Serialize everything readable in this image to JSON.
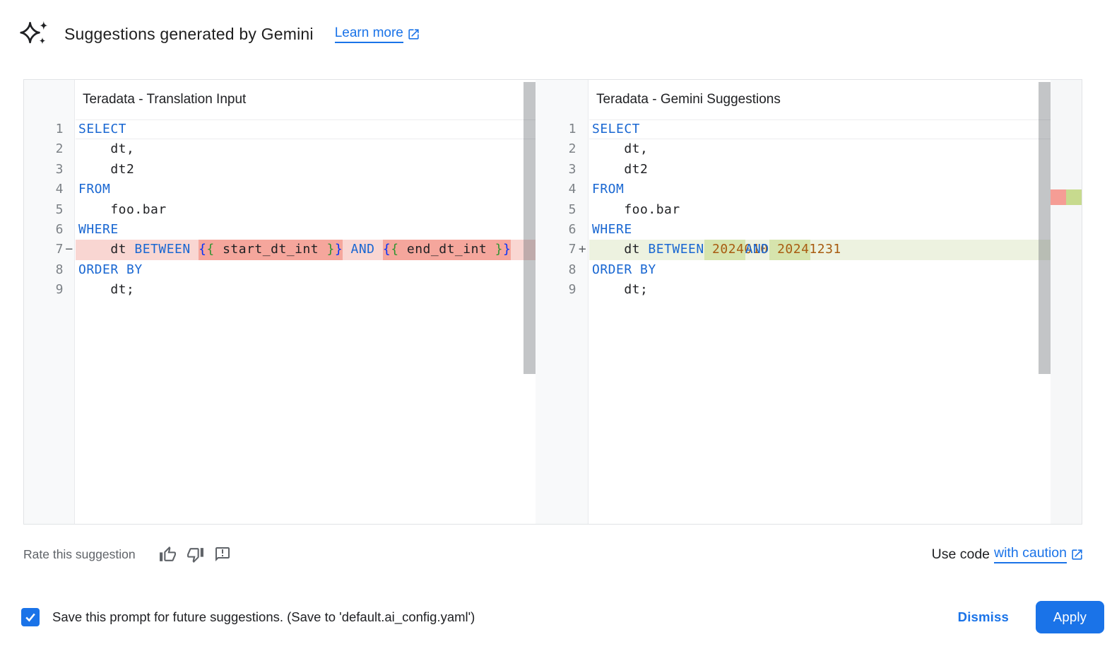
{
  "header": {
    "title": "Suggestions generated by Gemini",
    "learn_more": "Learn more"
  },
  "panes": [
    {
      "title": "Teradata - Translation Input",
      "lines": [
        {
          "n": "1",
          "cursor": true,
          "tokens": [
            {
              "t": "kw",
              "s": "SELECT"
            }
          ]
        },
        {
          "n": "2",
          "tokens": [
            {
              "t": "id",
              "s": "    dt,"
            }
          ]
        },
        {
          "n": "3",
          "tokens": [
            {
              "t": "id",
              "s": "    dt2"
            }
          ]
        },
        {
          "n": "4",
          "tokens": [
            {
              "t": "kw",
              "s": "FROM"
            }
          ]
        },
        {
          "n": "5",
          "tokens": [
            {
              "t": "id",
              "s": "    foo.bar"
            }
          ]
        },
        {
          "n": "6",
          "tokens": [
            {
              "t": "kw",
              "s": "WHERE"
            }
          ]
        },
        {
          "n": "7",
          "sign": "−",
          "diff": "removed",
          "tokens": [
            {
              "t": "id",
              "s": "    dt "
            },
            {
              "t": "kw",
              "s": "BETWEEN"
            },
            {
              "t": "id",
              "s": " "
            },
            {
              "t": "b1",
              "s": "{",
              "hl": true
            },
            {
              "t": "b2",
              "s": "{",
              "hl": true
            },
            {
              "t": "id",
              "s": " start_dt_int ",
              "hl": true
            },
            {
              "t": "b2",
              "s": "}",
              "hl": true
            },
            {
              "t": "b1",
              "s": "}",
              "hl": true
            },
            {
              "t": "id",
              "s": " "
            },
            {
              "t": "kw",
              "s": "AND"
            },
            {
              "t": "id",
              "s": " "
            },
            {
              "t": "b1",
              "s": "{",
              "hl": true
            },
            {
              "t": "b2",
              "s": "{",
              "hl": true
            },
            {
              "t": "id",
              "s": " end_dt_int ",
              "hl": true
            },
            {
              "t": "b2",
              "s": "}",
              "hl": true
            },
            {
              "t": "b1",
              "s": "}",
              "hl": true
            }
          ]
        },
        {
          "n": "8",
          "tokens": [
            {
              "t": "kw",
              "s": "ORDER BY"
            }
          ]
        },
        {
          "n": "9",
          "tokens": [
            {
              "t": "id",
              "s": "    dt;"
            }
          ]
        }
      ]
    },
    {
      "title": "Teradata - Gemini Suggestions",
      "lines": [
        {
          "n": "1",
          "cursor": true,
          "tokens": [
            {
              "t": "kw",
              "s": "SELECT"
            }
          ]
        },
        {
          "n": "2",
          "tokens": [
            {
              "t": "id",
              "s": "    dt,"
            }
          ]
        },
        {
          "n": "3",
          "tokens": [
            {
              "t": "id",
              "s": "    dt2"
            }
          ]
        },
        {
          "n": "4",
          "tokens": [
            {
              "t": "kw",
              "s": "FROM"
            }
          ]
        },
        {
          "n": "5",
          "tokens": [
            {
              "t": "id",
              "s": "    foo.bar"
            }
          ]
        },
        {
          "n": "6",
          "tokens": [
            {
              "t": "kw",
              "s": "WHERE"
            }
          ]
        },
        {
          "n": "7",
          "sign": "+",
          "diff": "added",
          "tokens": [
            {
              "t": "id",
              "s": "    dt "
            },
            {
              "t": "kw",
              "s": "BETWEEN"
            },
            {
              "t": "num",
              "s": " 20240101 ",
              "hl": true
            },
            {
              "t": "kw",
              "s": "AND"
            },
            {
              "t": "num",
              "s": " 20241231 ",
              "hl": true
            }
          ]
        },
        {
          "n": "8",
          "tokens": [
            {
              "t": "kw",
              "s": "ORDER BY"
            }
          ]
        },
        {
          "n": "9",
          "tokens": [
            {
              "t": "id",
              "s": "    dt;"
            }
          ]
        }
      ]
    }
  ],
  "rate": {
    "label": "Rate this suggestion"
  },
  "caution": {
    "prefix": "Use code",
    "link": "with caution"
  },
  "footer": {
    "checkbox_label": "Save this prompt for future suggestions. (Save to 'default.ai_config.yaml')",
    "dismiss": "Dismiss",
    "apply": "Apply"
  },
  "icons": {
    "gemini-sparkle": "✦",
    "open-in-new": "↗",
    "thumb-up": "👍",
    "thumb-down": "👎",
    "feedback": "💬",
    "checkmark": "✓"
  },
  "colors": {
    "link_blue": "#1a73e8",
    "keyword_blue": "#1967d2",
    "number_orange": "#a85b10",
    "bracket_level1": "#0431fa",
    "bracket_level2": "#319331",
    "removed_line_bg": "#f9d6d2",
    "removed_char_bg": "#f5a69c",
    "added_line_bg": "#edf2e0",
    "added_char_bg": "#d6e4ad",
    "apply_button_bg": "#1a73e8",
    "gutter_bg": "#f8f9fa"
  }
}
